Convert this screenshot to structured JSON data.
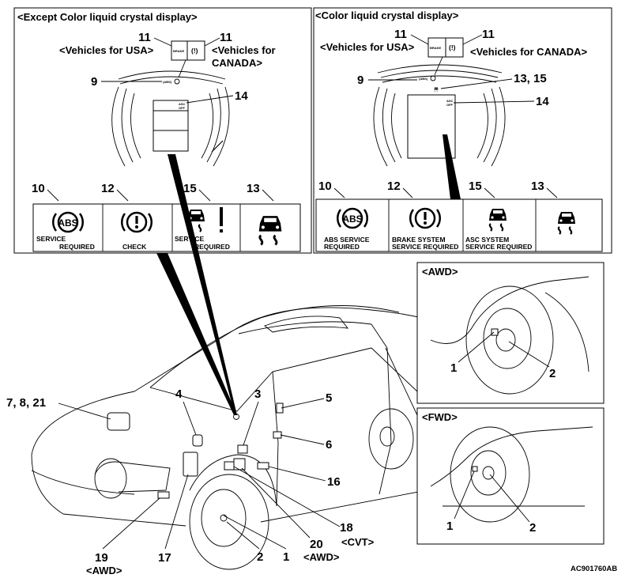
{
  "panels": {
    "except_color": {
      "title": "<Except Color liquid crystal display>",
      "usa": "<Vehicles for USA>",
      "canada_line1": "<Vehicles for",
      "canada_line2": "CANADA>",
      "brake_word": "BRAKE",
      "abs_word": "ABS",
      "asc_line1": "ASC",
      "asc_line2": "OFF",
      "cards": [
        {
          "number": "10",
          "line1": "SERVICE",
          "line2": "REQUIRED",
          "icon": "abs-icon"
        },
        {
          "number": "12",
          "line1": "CHECK",
          "line2": "",
          "icon": "brake-warning-icon"
        },
        {
          "number": "15",
          "line1": "SERVICE",
          "line2": "REQUIRED",
          "icon": "skid-warning-icon"
        },
        {
          "number": "13",
          "line1": "",
          "line2": "",
          "icon": "skid-car-icon"
        }
      ]
    },
    "color": {
      "title": "<Color liquid crystal display>",
      "usa": "<Vehicles for USA>",
      "canada": "<Vehicles for CANADA>",
      "brake_word": "BRAKE",
      "abs_word": "ABS",
      "asc_line1": "ASC",
      "asc_line2": "OFF",
      "cards": [
        {
          "number": "10",
          "line1": "ABS SERVICE",
          "line2": "REQUIRED",
          "icon": "abs-icon"
        },
        {
          "number": "12",
          "line1": "BRAKE SYSTEM",
          "line2": "SERVICE REQUIRED",
          "icon": "brake-warning-icon"
        },
        {
          "number": "15",
          "line1": "ASC SYSTEM",
          "line2": "SERVICE REQUIRED",
          "icon": "skid-car-icon"
        },
        {
          "number": "13",
          "line1": "",
          "line2": "",
          "icon": "skid-car-icon"
        }
      ]
    }
  },
  "callouts": {
    "n1": "1",
    "n2": "2",
    "n3": "3",
    "n4": "4",
    "n5": "5",
    "n6": "6",
    "n9": "9",
    "n11": "11",
    "n13_15": "13, 15",
    "n14": "14",
    "n16": "16",
    "n17": "17",
    "n18": "18",
    "n19": "19",
    "n20": "20",
    "n7_8_21": "7, 8, 21",
    "cvt": "<CVT>",
    "awd": "<AWD>",
    "fwd": "<FWD>"
  },
  "figure_id": "AC901760AB"
}
